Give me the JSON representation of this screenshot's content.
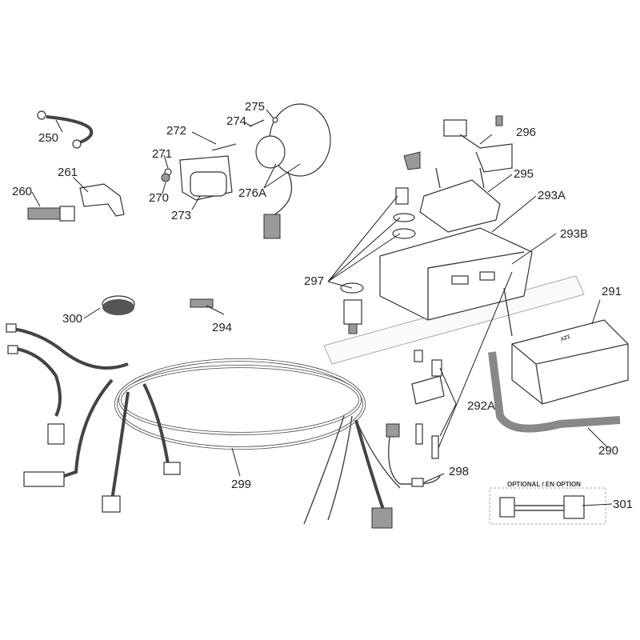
{
  "title": "Electrical system parts diagram",
  "labels": {
    "p250": "250",
    "p261": "261",
    "p260": "260",
    "p272": "272",
    "p271": "271",
    "p270": "270",
    "p273": "273",
    "p274": "274",
    "p275": "275",
    "p276a": "276A",
    "p296": "296",
    "p295": "295",
    "p293a": "293A",
    "p293b": "293B",
    "p297": "297",
    "p291": "291",
    "p300": "300",
    "p294": "294",
    "p292a": "292A",
    "p290": "290",
    "p299": "299",
    "p298": "298",
    "p301": "301"
  },
  "battery_marking": "12V",
  "optional_box_title": "OPTIONAL / EN OPTION"
}
